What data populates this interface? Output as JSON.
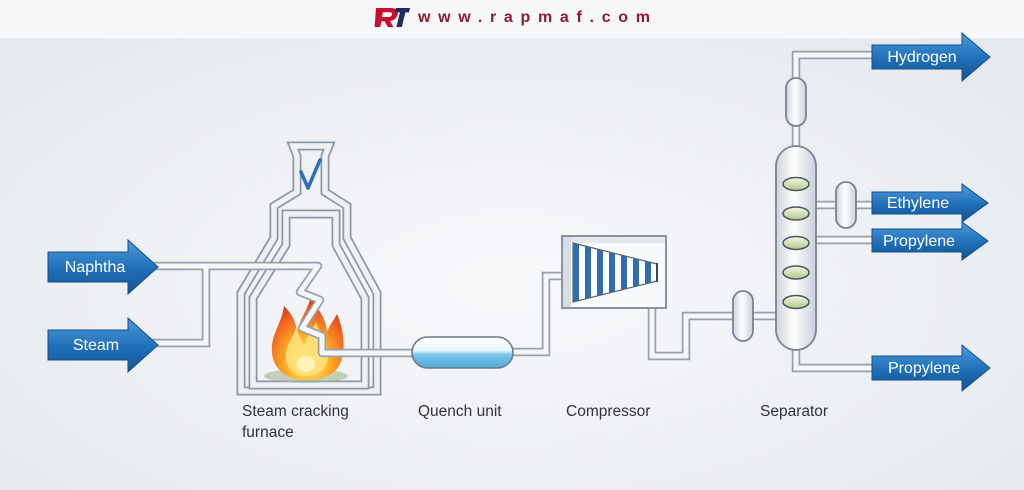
{
  "header": {
    "website": "www.rapmaf.com"
  },
  "inputs": [
    {
      "label": "Naphtha"
    },
    {
      "label": "Steam"
    }
  ],
  "units": {
    "furnace": {
      "label_lines": [
        "Steam cracking",
        "furnace"
      ]
    },
    "quench": {
      "label": "Quench unit"
    },
    "compressor": {
      "label": "Compressor"
    },
    "separator": {
      "label": "Separator",
      "tray_count": 5
    }
  },
  "outputs": [
    {
      "label": "Hydrogen"
    },
    {
      "label": "Ethylene"
    },
    {
      "label": "Propylene"
    },
    {
      "label": "Propylene"
    }
  ],
  "icons": {
    "logo": "rapmaf-logo-icon",
    "chimney_mark": "check-icon",
    "burner": "flame-icon"
  },
  "colors": {
    "arrow": "#1f6fb8",
    "website_text": "#8e1b2e",
    "logo_red": "#c8102e",
    "logo_navy": "#1f2b5c",
    "flame": "#f26522",
    "quench_fluid": "#7cc6ea",
    "compressor_stripe": "#2f6db5",
    "label_text": "#2f333a"
  }
}
